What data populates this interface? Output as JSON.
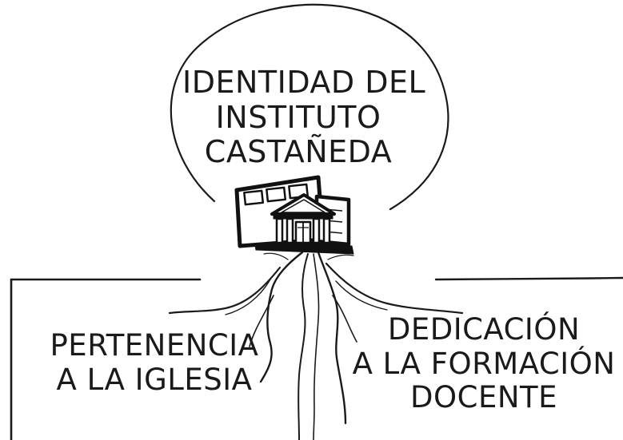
{
  "diagram": {
    "crown": {
      "lines": [
        "IDENTIDAD DEL",
        "INSTITUTO",
        "CASTAÑEDA"
      ]
    },
    "left_root": {
      "lines": [
        "PERTENENCIA",
        "A LA IGLESIA"
      ]
    },
    "right_root": {
      "lines": [
        "DEDICACIÓN",
        "A LA FORMACIÓN",
        "DOCENTE"
      ]
    }
  }
}
